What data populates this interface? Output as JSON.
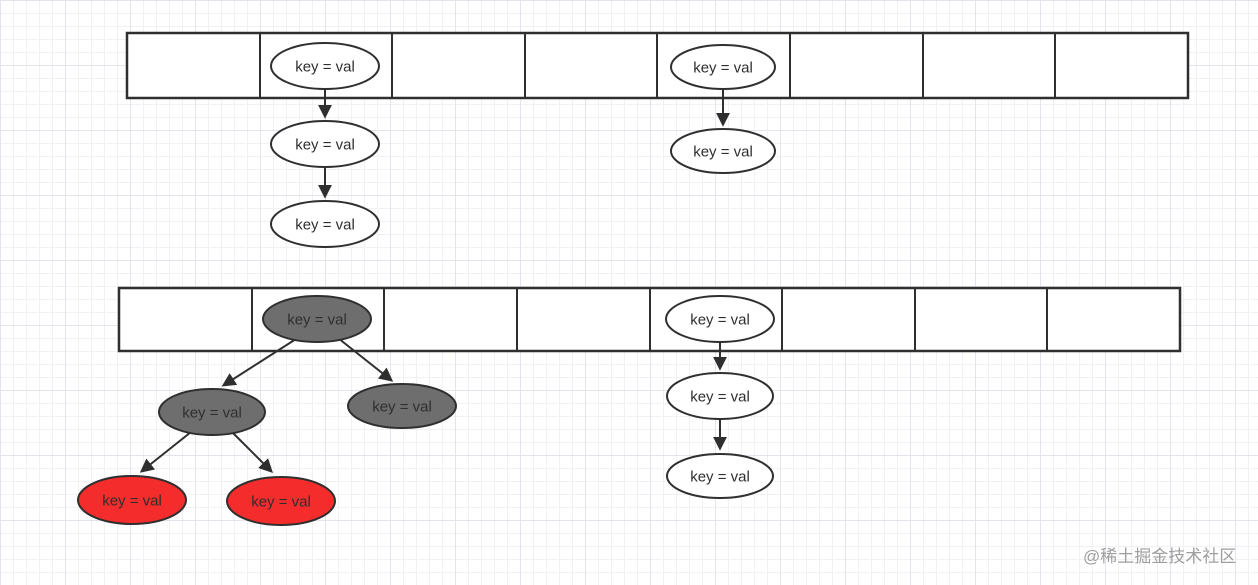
{
  "watermark": "@稀土掘金技术社区",
  "colors": {
    "stroke": "#2f2f2f",
    "node_white": "#ffffff",
    "node_gray": "#6e6e6e",
    "node_red": "#f52c2c"
  },
  "top_array": {
    "cell_count": 8,
    "chain_a": [
      "key = val",
      "key = val",
      "key = val"
    ],
    "chain_b": [
      "key = val",
      "key = val"
    ]
  },
  "bottom_array": {
    "cell_count": 8,
    "tree": {
      "root": "key = val",
      "left": "key = val",
      "right": "key = val",
      "left_left": "key = val",
      "left_right": "key = val"
    },
    "chain": [
      "key = val",
      "key = val",
      "key = val"
    ]
  }
}
